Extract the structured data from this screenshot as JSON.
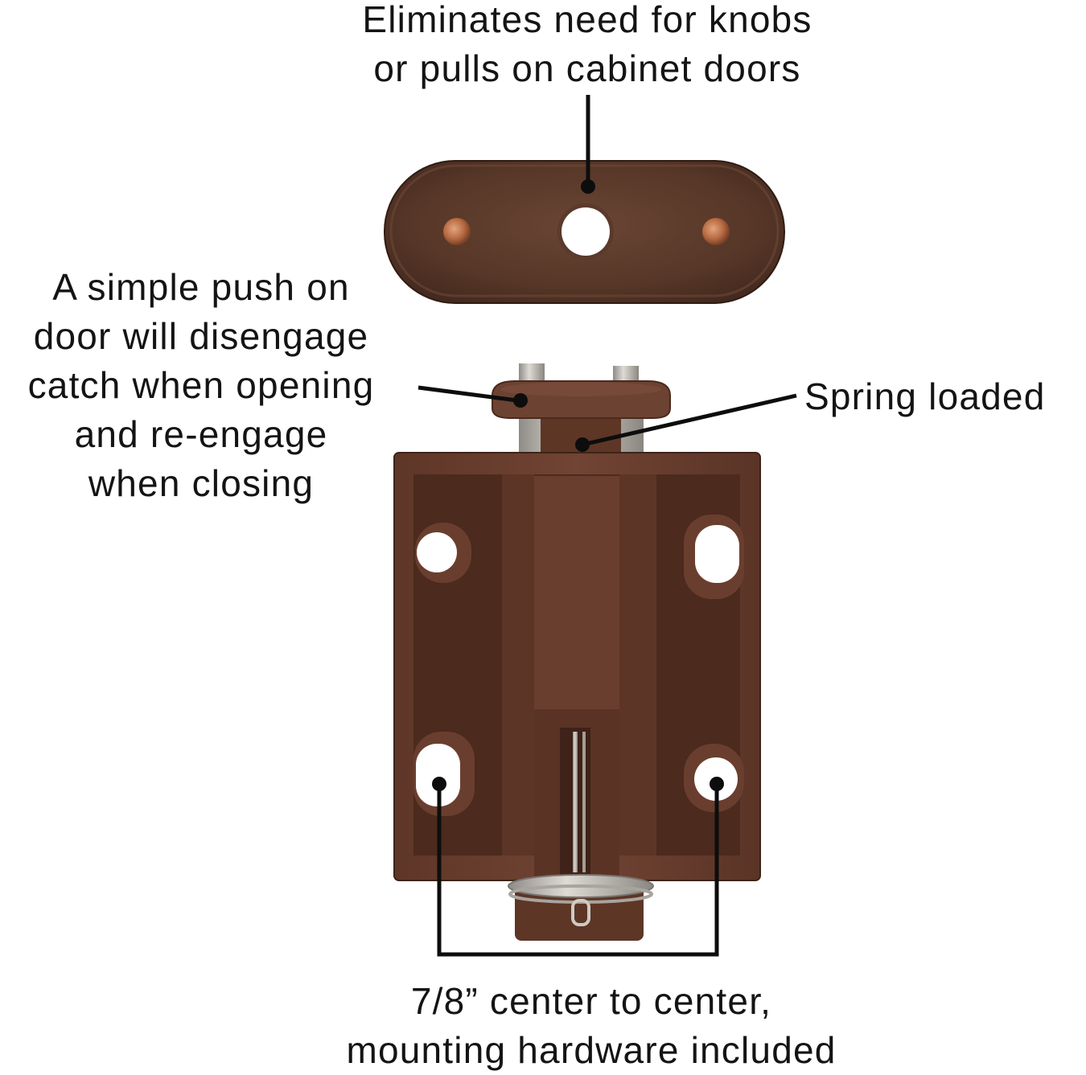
{
  "callouts": {
    "top": {
      "lines": [
        "Eliminates need for knobs",
        "or pulls on cabinet doors"
      ]
    },
    "left": {
      "lines": [
        "A simple push on",
        "door will disengage",
        "catch when opening",
        "and re-engage",
        "when closing"
      ]
    },
    "right": {
      "lines": [
        "Spring loaded"
      ]
    },
    "bottom": {
      "lines": [
        "7/8” center to center,",
        "mounting hardware included"
      ]
    }
  },
  "colors": {
    "plate_bronze": "#5a3a2b",
    "catch_brown": "#6b4030",
    "catch_dark": "#4a2a1e",
    "steel": "#b8b4ae",
    "copper_rivet": "#c0774d",
    "leader_line": "#0d0d0d"
  }
}
